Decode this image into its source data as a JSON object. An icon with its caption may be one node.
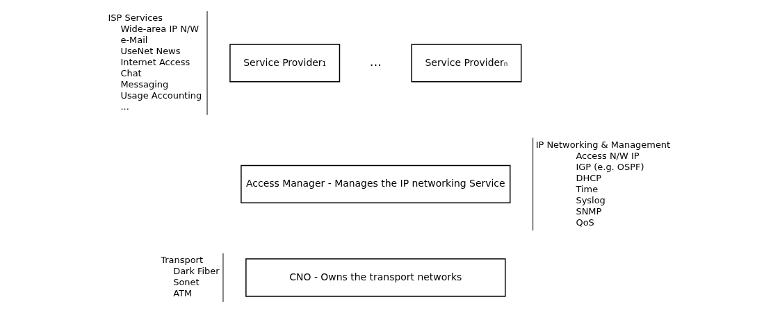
{
  "diagram": {
    "nodes": [
      {
        "text": [
          "Service Provider₁"
        ],
        "beside": [
          "ISP Services",
          "Wide-area IP N/W",
          "e-Mail",
          "UseNet News",
          "Internet Access",
          "Chat",
          "Messaging",
          "Usage Accounting",
          "..."
        ]
      },
      {
        "text": [
          "Service Providerₙ"
        ]
      },
      {
        "text": [
          "Access Manager - Manages the IP networking Service"
        ],
        "beside": [
          "IP Networking & Management",
          "Access N/W IP",
          "IGP (e.g. OSPF)",
          "DHCP",
          "Time",
          "Syslog",
          "SNMP",
          "QoS"
        ]
      },
      {
        "text": [
          "CNO - Owns the transport networks"
        ],
        "beside": [
          "Transport",
          "Dark Fiber",
          "Sonet",
          "ATM"
        ]
      }
    ],
    "labels": [
      "..."
    ]
  }
}
